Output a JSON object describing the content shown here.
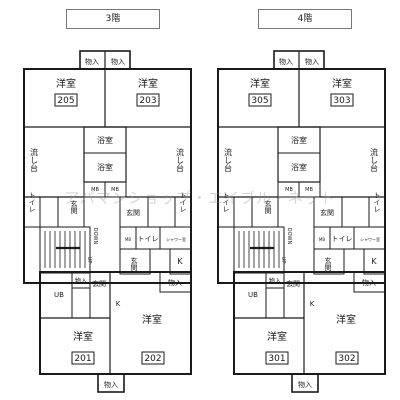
{
  "floors": [
    {
      "title": "3階",
      "rooms": {
        "r_tl": "205",
        "r_tr": "203",
        "r_bl": "201",
        "r_br": "202"
      }
    },
    {
      "title": "4階",
      "rooms": {
        "r_tl": "305",
        "r_tr": "303",
        "r_bl": "301",
        "r_br": "302"
      }
    }
  ],
  "labels": {
    "western_room": "洋室",
    "storage": "物入",
    "bath": "浴室",
    "sink": "流し台",
    "toilet": "トイレ",
    "entrance": "玄関",
    "kitchen": "K",
    "mb": "MB",
    "unit_bath": "UB",
    "shower": "シャワー室",
    "down": "DOWN",
    "up": "UP"
  },
  "watermark": "アパマンショップ・エイブル・ネット"
}
